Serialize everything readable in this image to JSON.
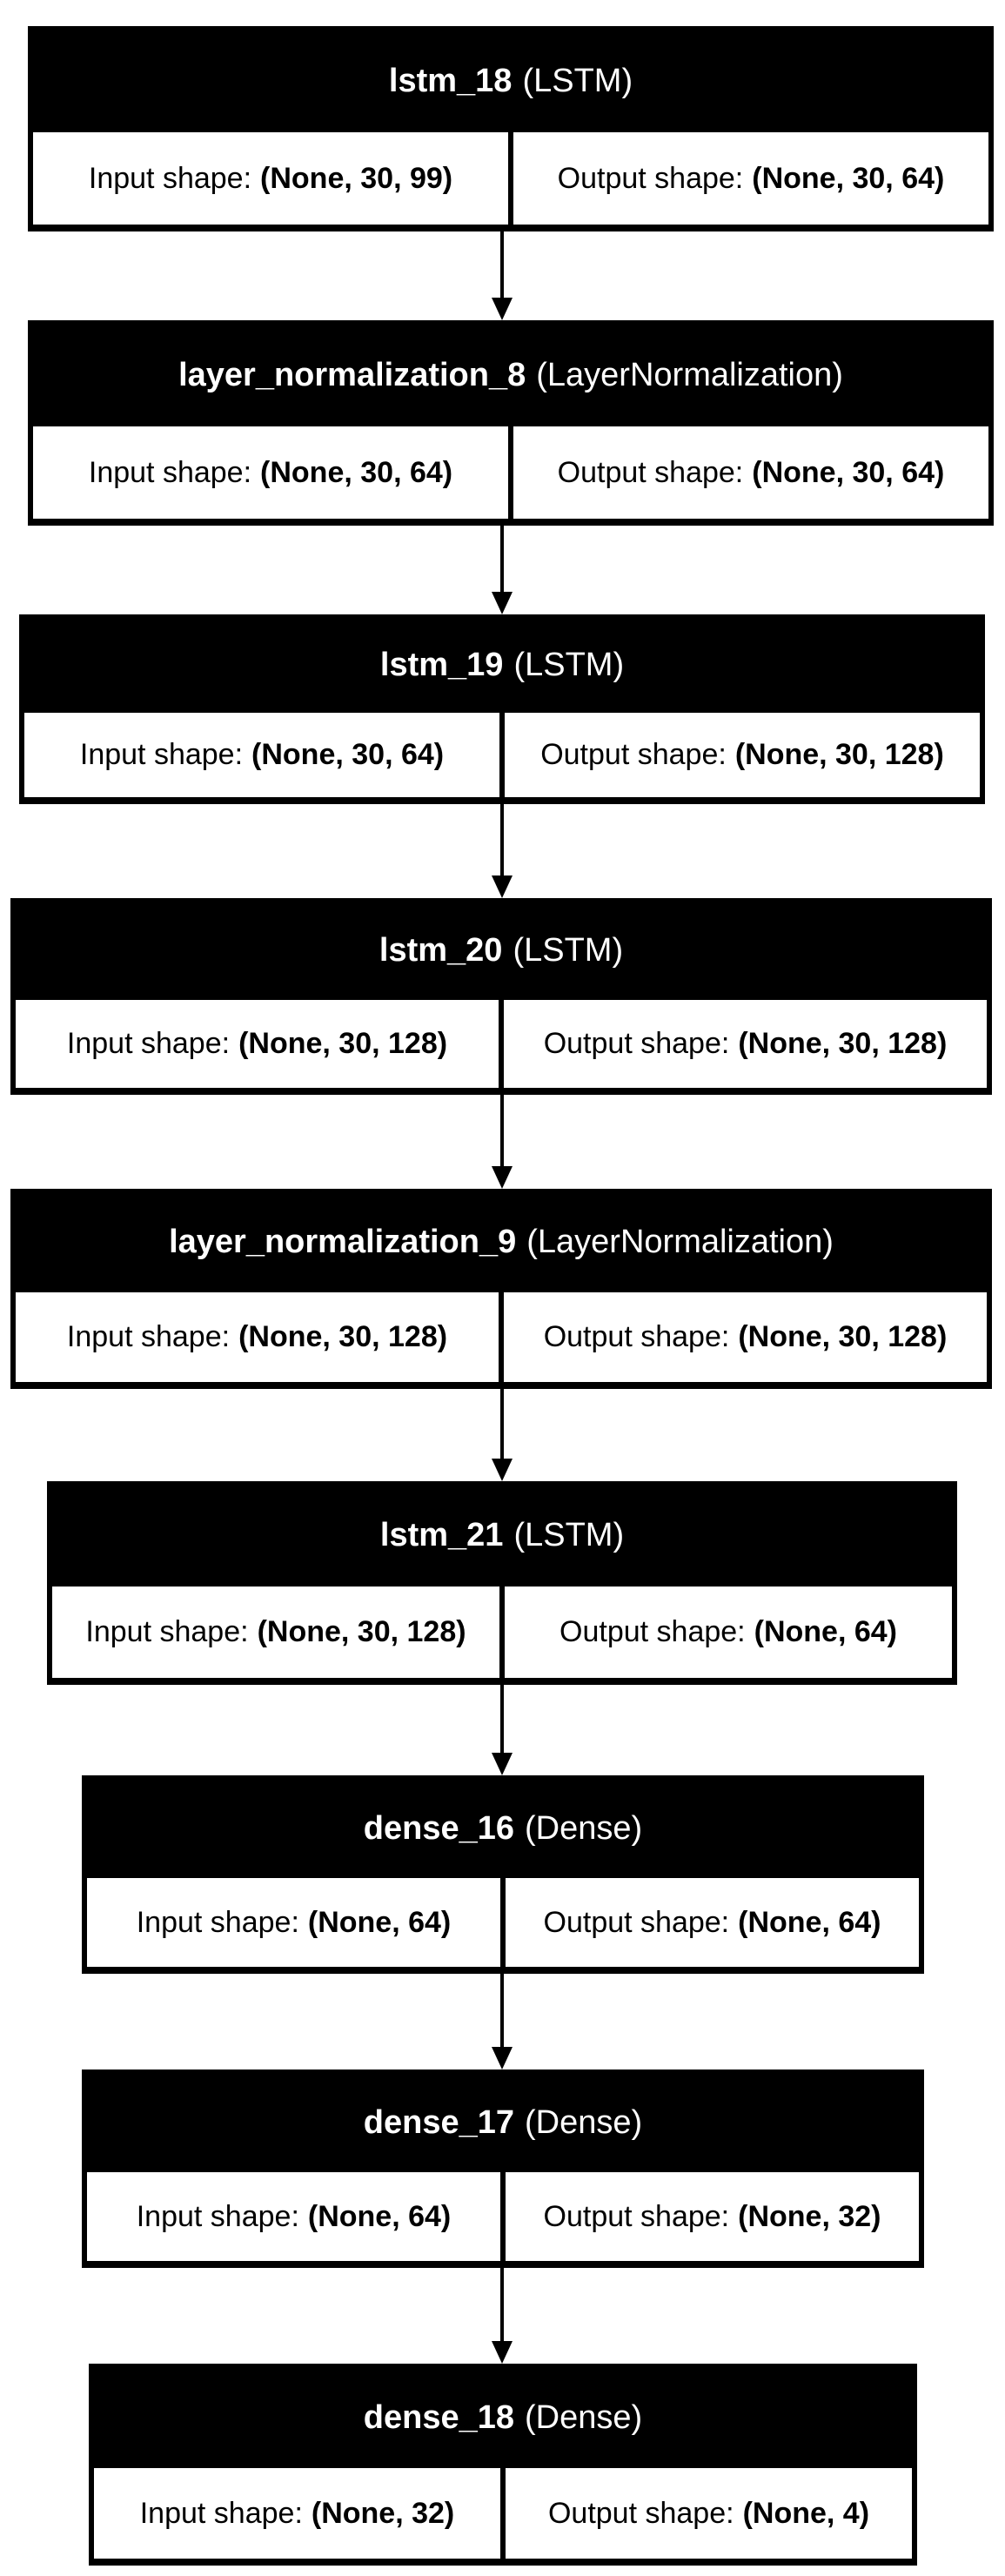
{
  "diagram": {
    "layers": [
      {
        "name": "lstm_18",
        "type": "(LSTM)",
        "input_label": "Input shape:",
        "input_shape": "(None, 30, 99)",
        "output_label": "Output shape:",
        "output_shape": "(None, 30, 64)"
      },
      {
        "name": "layer_normalization_8",
        "type": "(LayerNormalization)",
        "input_label": "Input shape:",
        "input_shape": "(None, 30, 64)",
        "output_label": "Output shape:",
        "output_shape": "(None, 30, 64)"
      },
      {
        "name": "lstm_19",
        "type": "(LSTM)",
        "input_label": "Input shape:",
        "input_shape": "(None, 30, 64)",
        "output_label": "Output shape:",
        "output_shape": "(None, 30, 128)"
      },
      {
        "name": "lstm_20",
        "type": "(LSTM)",
        "input_label": "Input shape:",
        "input_shape": "(None, 30, 128)",
        "output_label": "Output shape:",
        "output_shape": "(None, 30, 128)"
      },
      {
        "name": "layer_normalization_9",
        "type": "(LayerNormalization)",
        "input_label": "Input shape:",
        "input_shape": "(None, 30, 128)",
        "output_label": "Output shape:",
        "output_shape": "(None, 30, 128)"
      },
      {
        "name": "lstm_21",
        "type": "(LSTM)",
        "input_label": "Input shape:",
        "input_shape": "(None, 30, 128)",
        "output_label": "Output shape:",
        "output_shape": "(None, 64)"
      },
      {
        "name": "dense_16",
        "type": "(Dense)",
        "input_label": "Input shape:",
        "input_shape": "(None, 64)",
        "output_label": "Output shape:",
        "output_shape": "(None, 64)"
      },
      {
        "name": "dense_17",
        "type": "(Dense)",
        "input_label": "Input shape:",
        "input_shape": "(None, 64)",
        "output_label": "Output shape:",
        "output_shape": "(None, 32)"
      },
      {
        "name": "dense_18",
        "type": "(Dense)",
        "input_label": "Input shape:",
        "input_shape": "(None, 32)",
        "output_label": "Output shape:",
        "output_shape": "(None, 4)"
      }
    ],
    "colors": {
      "header_background": "#000000",
      "header_text": "#ffffff",
      "cell_background": "#ffffff",
      "cell_text": "#000000",
      "arrow": "#000000"
    }
  }
}
